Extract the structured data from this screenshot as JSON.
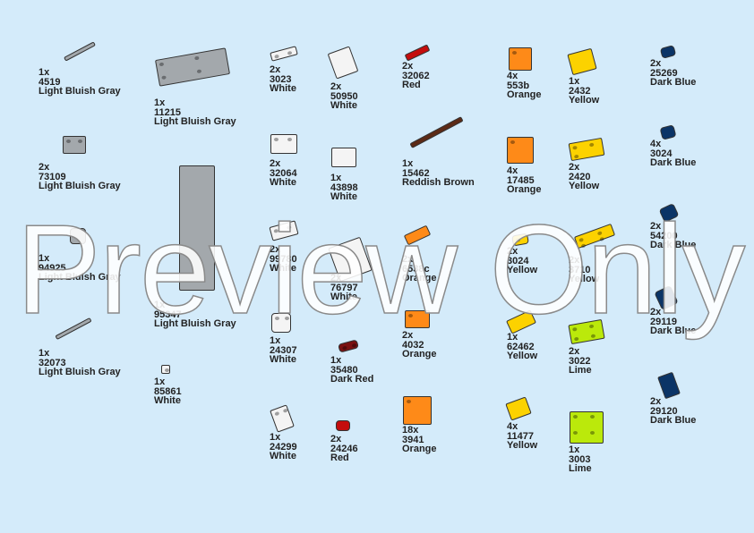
{
  "colors": {
    "Light Bluish Gray": "#a3a8ac",
    "White": "#f4f4f4",
    "Red": "#c40d0d",
    "Dark Blue": "#0b3466",
    "Orange": "#fe8a18",
    "Yellow": "#fcd200",
    "Lime": "#bbe90b",
    "Reddish Brown": "#5c2a16",
    "Dark Red": "#7a1010"
  },
  "parts": [
    {
      "qty": "1x",
      "id": "4519",
      "color": "Light Bluish Gray"
    },
    {
      "qty": "2x",
      "id": "73109",
      "color": "Light Bluish Gray"
    },
    {
      "qty": "1x",
      "id": "94925",
      "color": "Light Bluish Gray"
    },
    {
      "qty": "1x",
      "id": "32073",
      "color": "Light Bluish Gray"
    },
    {
      "qty": "1x",
      "id": "11215",
      "color": "Light Bluish Gray"
    },
    {
      "qty": "1x",
      "id": "95347",
      "color": "Light Bluish Gray"
    },
    {
      "qty": "1x",
      "id": "85861",
      "color": "White"
    },
    {
      "qty": "2x",
      "id": "3023",
      "color": "White"
    },
    {
      "qty": "2x",
      "id": "32064",
      "color": "White"
    },
    {
      "qty": "2x",
      "id": "99780",
      "color": "White"
    },
    {
      "qty": "1x",
      "id": "24307",
      "color": "White"
    },
    {
      "qty": "1x",
      "id": "24299",
      "color": "White"
    },
    {
      "qty": "2x",
      "id": "50950",
      "color": "White"
    },
    {
      "qty": "1x",
      "id": "43898",
      "color": "White"
    },
    {
      "qty": "2x",
      "id": "76797",
      "color": "White"
    },
    {
      "qty": "1x",
      "id": "35480",
      "color": "Dark Red"
    },
    {
      "qty": "2x",
      "id": "24246",
      "color": "Red"
    },
    {
      "qty": "2x",
      "id": "32062",
      "color": "Red"
    },
    {
      "qty": "1x",
      "id": "15462",
      "color": "Reddish Brown"
    },
    {
      "qty": "2x",
      "id": "6538c",
      "color": "Orange"
    },
    {
      "qty": "2x",
      "id": "4032",
      "color": "Orange"
    },
    {
      "qty": "18x",
      "id": "3941",
      "color": "Orange"
    },
    {
      "qty": "4x",
      "id": "553b",
      "color": "Orange"
    },
    {
      "qty": "4x",
      "id": "17485",
      "color": "Orange"
    },
    {
      "qty": "2x",
      "id": "3024",
      "color": "Yellow"
    },
    {
      "qty": "1x",
      "id": "62462",
      "color": "Yellow"
    },
    {
      "qty": "4x",
      "id": "11477",
      "color": "Yellow"
    },
    {
      "qty": "1x",
      "id": "2432",
      "color": "Yellow"
    },
    {
      "qty": "2x",
      "id": "2420",
      "color": "Yellow"
    },
    {
      "qty": "2x",
      "id": "3710",
      "color": "Yellow"
    },
    {
      "qty": "2x",
      "id": "3022",
      "color": "Lime"
    },
    {
      "qty": "1x",
      "id": "3003",
      "color": "Lime"
    },
    {
      "qty": "2x",
      "id": "25269",
      "color": "Dark Blue"
    },
    {
      "qty": "4x",
      "id": "3024",
      "color": "Dark Blue"
    },
    {
      "qty": "2x",
      "id": "54200",
      "color": "Dark Blue"
    },
    {
      "qty": "2x",
      "id": "29119",
      "color": "Dark Blue"
    },
    {
      "qty": "2x",
      "id": "29120",
      "color": "Dark Blue"
    }
  ],
  "watermark": "Preview Only"
}
